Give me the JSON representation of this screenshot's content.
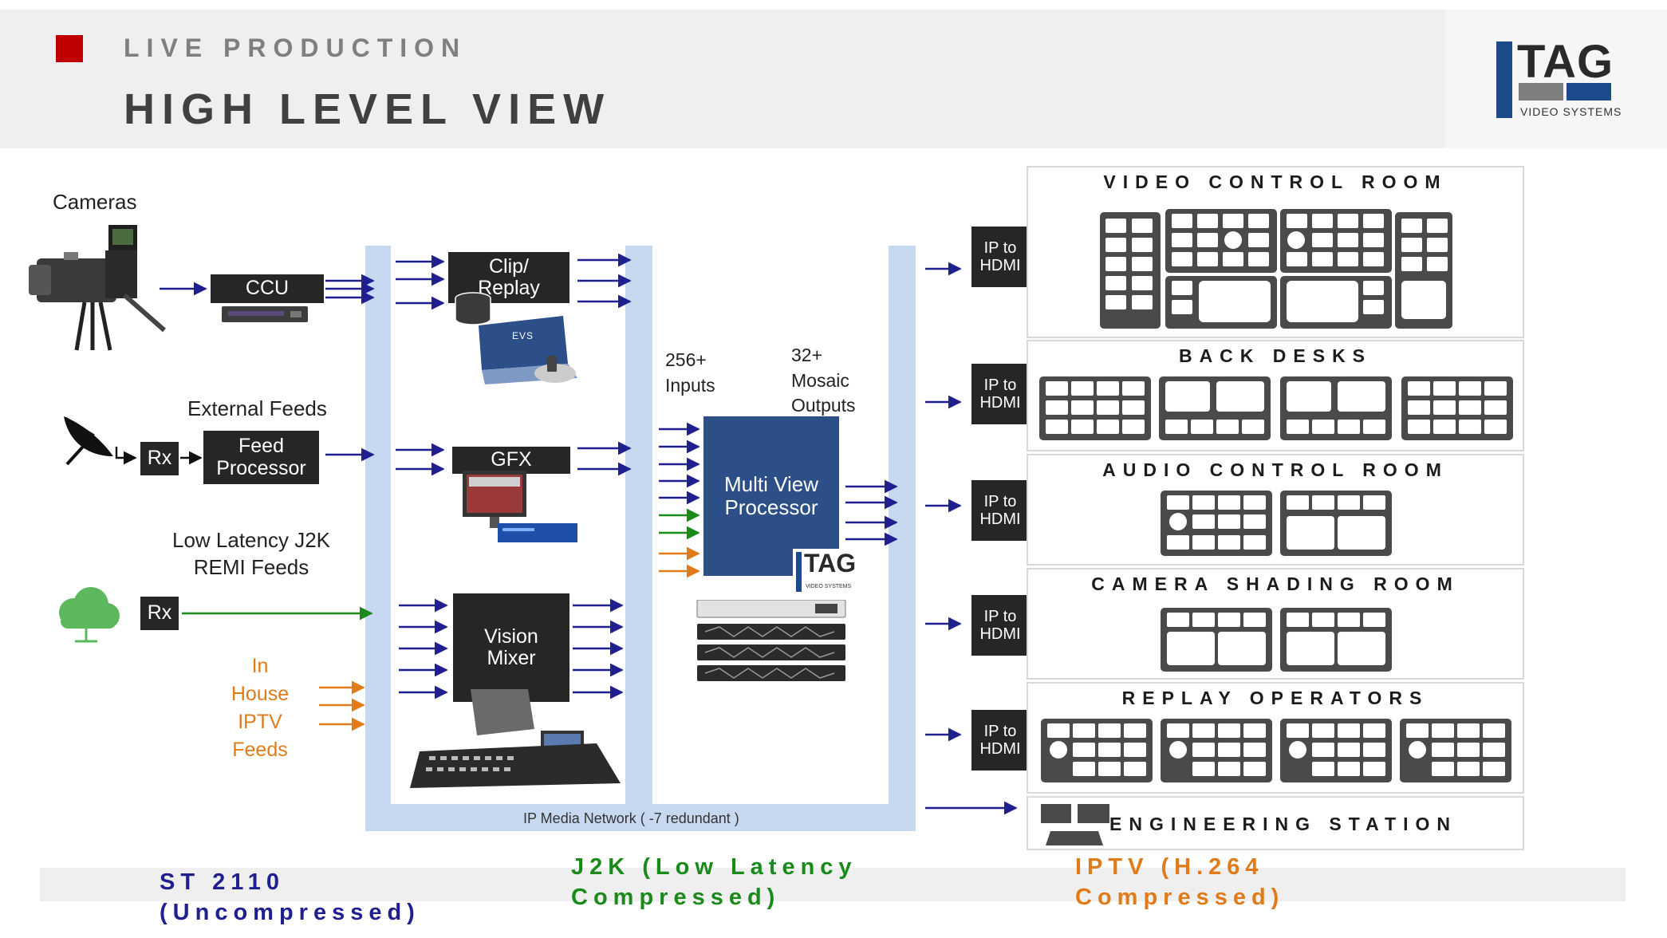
{
  "header": {
    "subtitle": "LIVE PRODUCTION",
    "title": "HIGH LEVEL VIEW",
    "logo_text": "TAG",
    "logo_sub": "VIDEO SYSTEMS"
  },
  "sources": {
    "cameras_label": "Cameras",
    "ccu_label": "CCU",
    "external_feeds_label": "External Feeds",
    "rx_label": "Rx",
    "feed_processor_label": "Feed Processor",
    "low_latency_label_line1": "Low Latency J2K",
    "low_latency_label_line2": "REMI Feeds",
    "rx2_label": "Rx",
    "in_house_lines": [
      "In",
      "House",
      "IPTV",
      "Feeds"
    ]
  },
  "network": {
    "clip_replay_label": "Clip/ Replay",
    "evs_label": "EVS",
    "gfx_label": "GFX",
    "vision_mixer_label": "Vision Mixer",
    "network_caption": "IP Media Network ( -7 redundant )"
  },
  "multiview": {
    "inputs_label_line1": "256+",
    "inputs_label_line2": "Inputs",
    "outputs_label_line1": "32+",
    "outputs_label_line2": "Mosaic",
    "outputs_label_line3": "Outputs",
    "processor_label": "Multi View Processor",
    "tag_logo": "TAG",
    "tag_logo_sub": "VIDEO SYSTEMS"
  },
  "outputs": {
    "ip_hdmi_label": "IP to HDMI",
    "rooms": [
      {
        "title": "VIDEO CONTROL ROOM"
      },
      {
        "title": "BACK DESKS"
      },
      {
        "title": "AUDIO CONTROL ROOM"
      },
      {
        "title": "CAMERA SHADING ROOM"
      },
      {
        "title": "REPLAY OPERATORS"
      },
      {
        "title": "ENGINEERING STATION"
      }
    ]
  },
  "legend": {
    "st2110_line1": "ST 2110",
    "st2110_line2": "(Uncompressed)",
    "j2k_line1": "J2K (Low Latency",
    "j2k_line2": "Compressed)",
    "iptv_line1": "IPTV (H.264",
    "iptv_line2": "Compressed)"
  },
  "colors": {
    "st2110": "#1f1f8f",
    "j2k": "#1a8a1a",
    "iptv": "#e07b1a",
    "network_bg": "#c6d9f1",
    "processor_bg": "#2b4f86",
    "box_dark": "#262626",
    "accent_red": "#c00000"
  }
}
